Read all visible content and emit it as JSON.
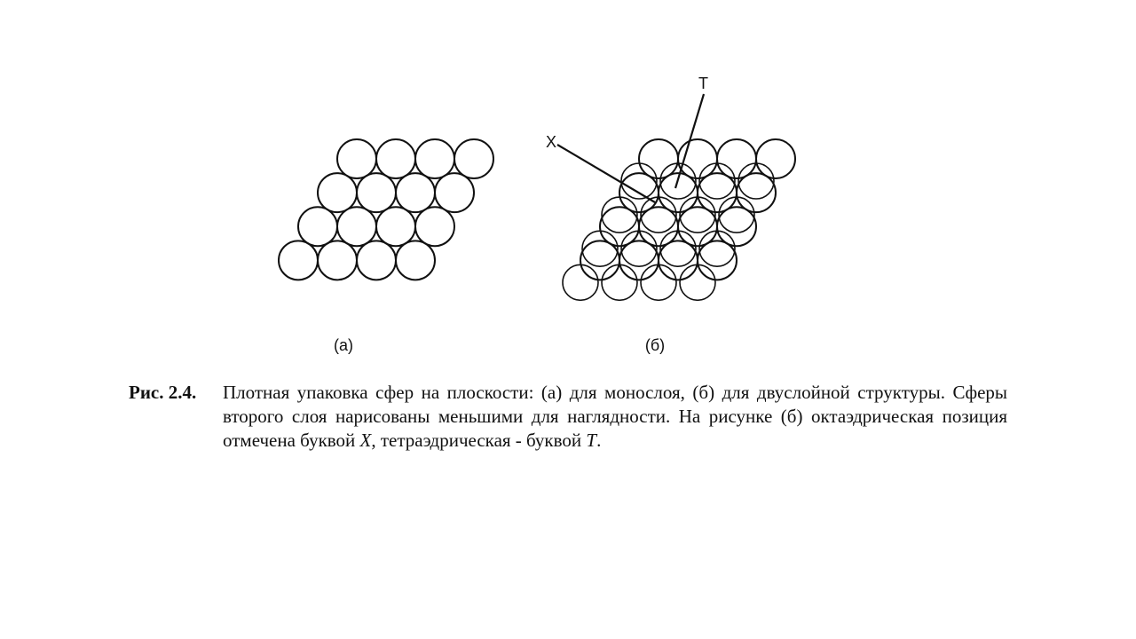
{
  "panels": [
    {
      "id": "a",
      "label": "(а)",
      "layers": 1
    },
    {
      "id": "b",
      "label": "(б)",
      "layers": 2
    }
  ],
  "markers": {
    "octahedral": "X",
    "tetrahedral": "T"
  },
  "lattice": {
    "rows": 4,
    "spheres_per_row": 4
  },
  "caption": {
    "label": "Рис. 2.4.",
    "text_1": "Плотная упаковка сфер на плоскости: (а) для монослоя, (б) для двуслойной структуры. Сферы второго слоя нарисованы меньшими для наглядности. На рисунке (б) октаэдрическая позиция отмечена буквой ",
    "x_letter": "X",
    "text_2": ", тетраэдрическая - буквой ",
    "t_letter": "T",
    "text_3": "."
  }
}
